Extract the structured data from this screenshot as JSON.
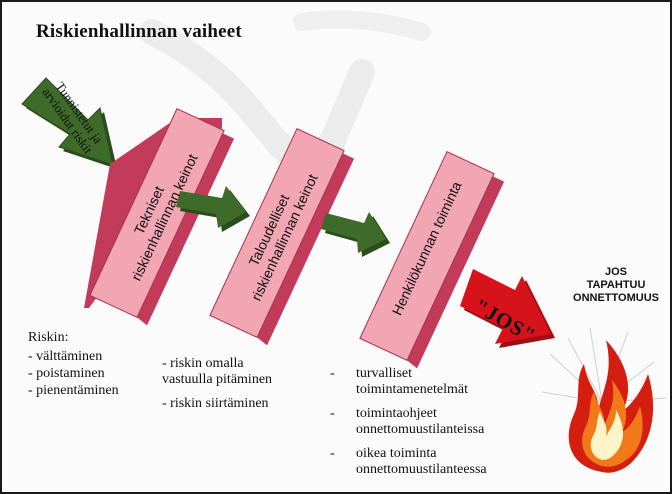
{
  "title": "Riskienhallinnan vaiheet",
  "start_arrow": {
    "lines": [
      "Tunnistetut ja",
      "arvioidut riskit"
    ]
  },
  "steps": [
    {
      "lines": [
        "Tekniset",
        "riskienhallinnan keinot"
      ]
    },
    {
      "lines": [
        "Taloudelliset",
        "riskienhallinnan keinot"
      ]
    },
    {
      "lines": [
        "Henkilökunnan toiminta"
      ]
    }
  ],
  "jos_arrow": {
    "label": "\"JOS\""
  },
  "warning": {
    "lines": [
      "JOS",
      "TAPAHTUU",
      "ONNETTOMUUS"
    ]
  },
  "col1": {
    "heading": "Riskin:",
    "items": [
      "- välttäminen",
      "- poistaminen",
      "- pienentäminen"
    ]
  },
  "col2": {
    "items": [
      [
        "- riskin omalla",
        "vastuulla pitäminen"
      ],
      [
        "- riskin siirtäminen"
      ]
    ]
  },
  "col3": {
    "dash": "-",
    "items": [
      [
        "turvalliset",
        "toimintamenetelmät"
      ],
      [
        "toimintaohjeet",
        "onnettomuustilanteissa"
      ],
      [
        "oikea toiminta",
        "onnettomuustilanteessa"
      ]
    ]
  },
  "colors": {
    "box_fill": "#f2a6b4",
    "box_shade": "#c23b5b",
    "green_arrow": "#3f6b2a",
    "green_arrow_dark": "#2a4d1b",
    "red_arrow": "#d6121a",
    "flame_outer": "#d41f10",
    "flame_mid": "#f2791a",
    "flame_inner": "#fff4c8"
  }
}
